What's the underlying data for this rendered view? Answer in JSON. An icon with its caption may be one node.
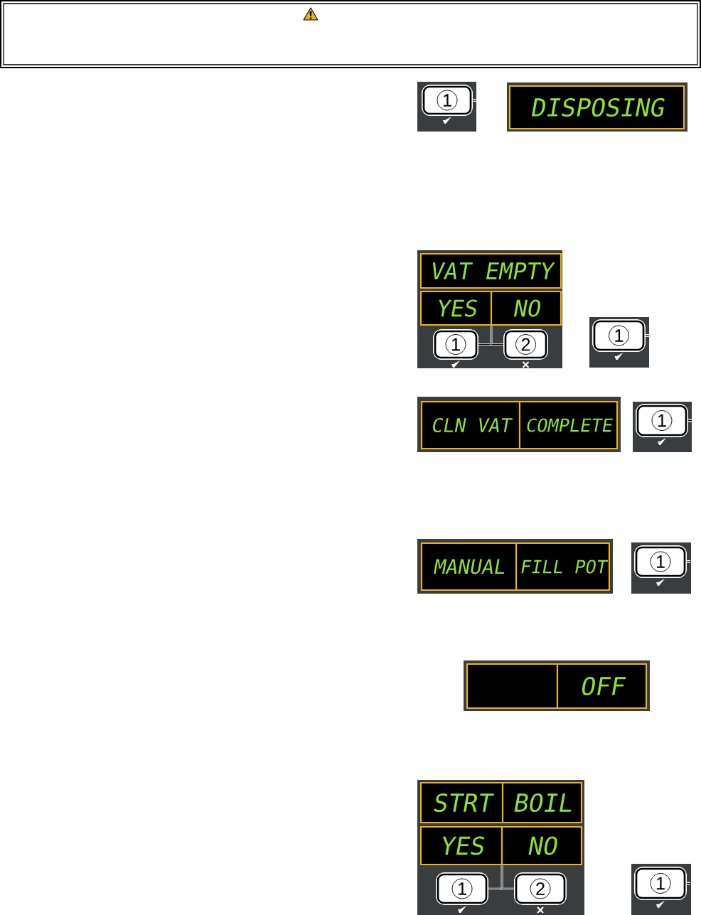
{
  "diagram": {
    "nodes": [
      {
        "text": [
          "1"
        ]
      },
      {
        "text": [
          "DISPOSING"
        ]
      },
      {
        "text": [
          "VAT EMPTY"
        ]
      },
      {
        "text": [
          "YES"
        ]
      },
      {
        "text": [
          "NO"
        ]
      },
      {
        "text": [
          "1"
        ]
      },
      {
        "text": [
          "2"
        ]
      },
      {
        "text": [
          "1"
        ]
      },
      {
        "text": [
          "CLN VAT"
        ]
      },
      {
        "text": [
          "COMPLETE"
        ]
      },
      {
        "text": [
          "1"
        ]
      },
      {
        "text": [
          "MANUAL"
        ]
      },
      {
        "text": [
          "FILL POT"
        ]
      },
      {
        "text": [
          "1"
        ]
      },
      {
        "text": [],
        "shape": "box"
      },
      {
        "text": [
          "OFF"
        ]
      },
      {
        "text": [
          "STRT"
        ]
      },
      {
        "text": [
          "BOIL"
        ]
      },
      {
        "text": [
          "YES"
        ]
      },
      {
        "text": [
          "NO"
        ]
      },
      {
        "text": [
          "1"
        ]
      },
      {
        "text": [
          "2"
        ]
      },
      {
        "text": [
          "1"
        ]
      }
    ],
    "edges": [
      {
        "from": 3,
        "to": 5,
        "arrow": "none"
      },
      {
        "from": 3,
        "to": 6,
        "arrow": "none"
      },
      {
        "from": 18,
        "to": 20,
        "arrow": "none"
      },
      {
        "from": 18,
        "to": 21,
        "arrow": "none"
      }
    ]
  }
}
